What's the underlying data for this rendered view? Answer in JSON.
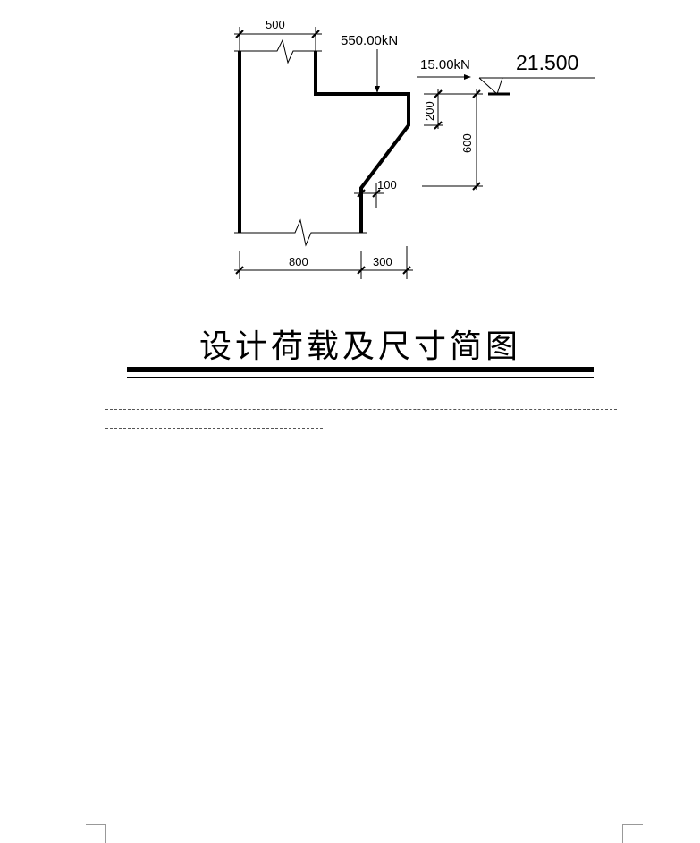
{
  "drawing": {
    "dims": {
      "top_width": "500",
      "bottom_left": "800",
      "bottom_right": "300",
      "slope_offset": "100",
      "height_small": "200",
      "height_large": "600"
    },
    "loads": {
      "vertical": "550.00kN",
      "horizontal": "15.00kN"
    },
    "elevation": "21.500"
  },
  "caption": "设计荷载及尺寸简图"
}
